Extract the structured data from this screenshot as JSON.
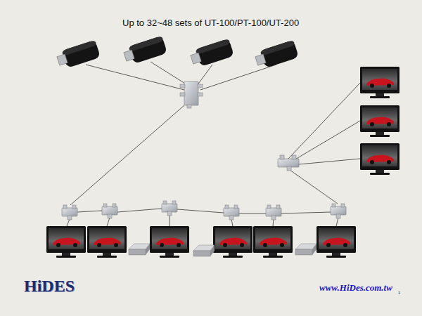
{
  "diagram": {
    "title": "Up to 32~48 sets of UT-100/PT-100/UT-200",
    "labels": [
      "HiDES",
      "www.HiDes.com.tw",
      "1"
    ]
  }
}
